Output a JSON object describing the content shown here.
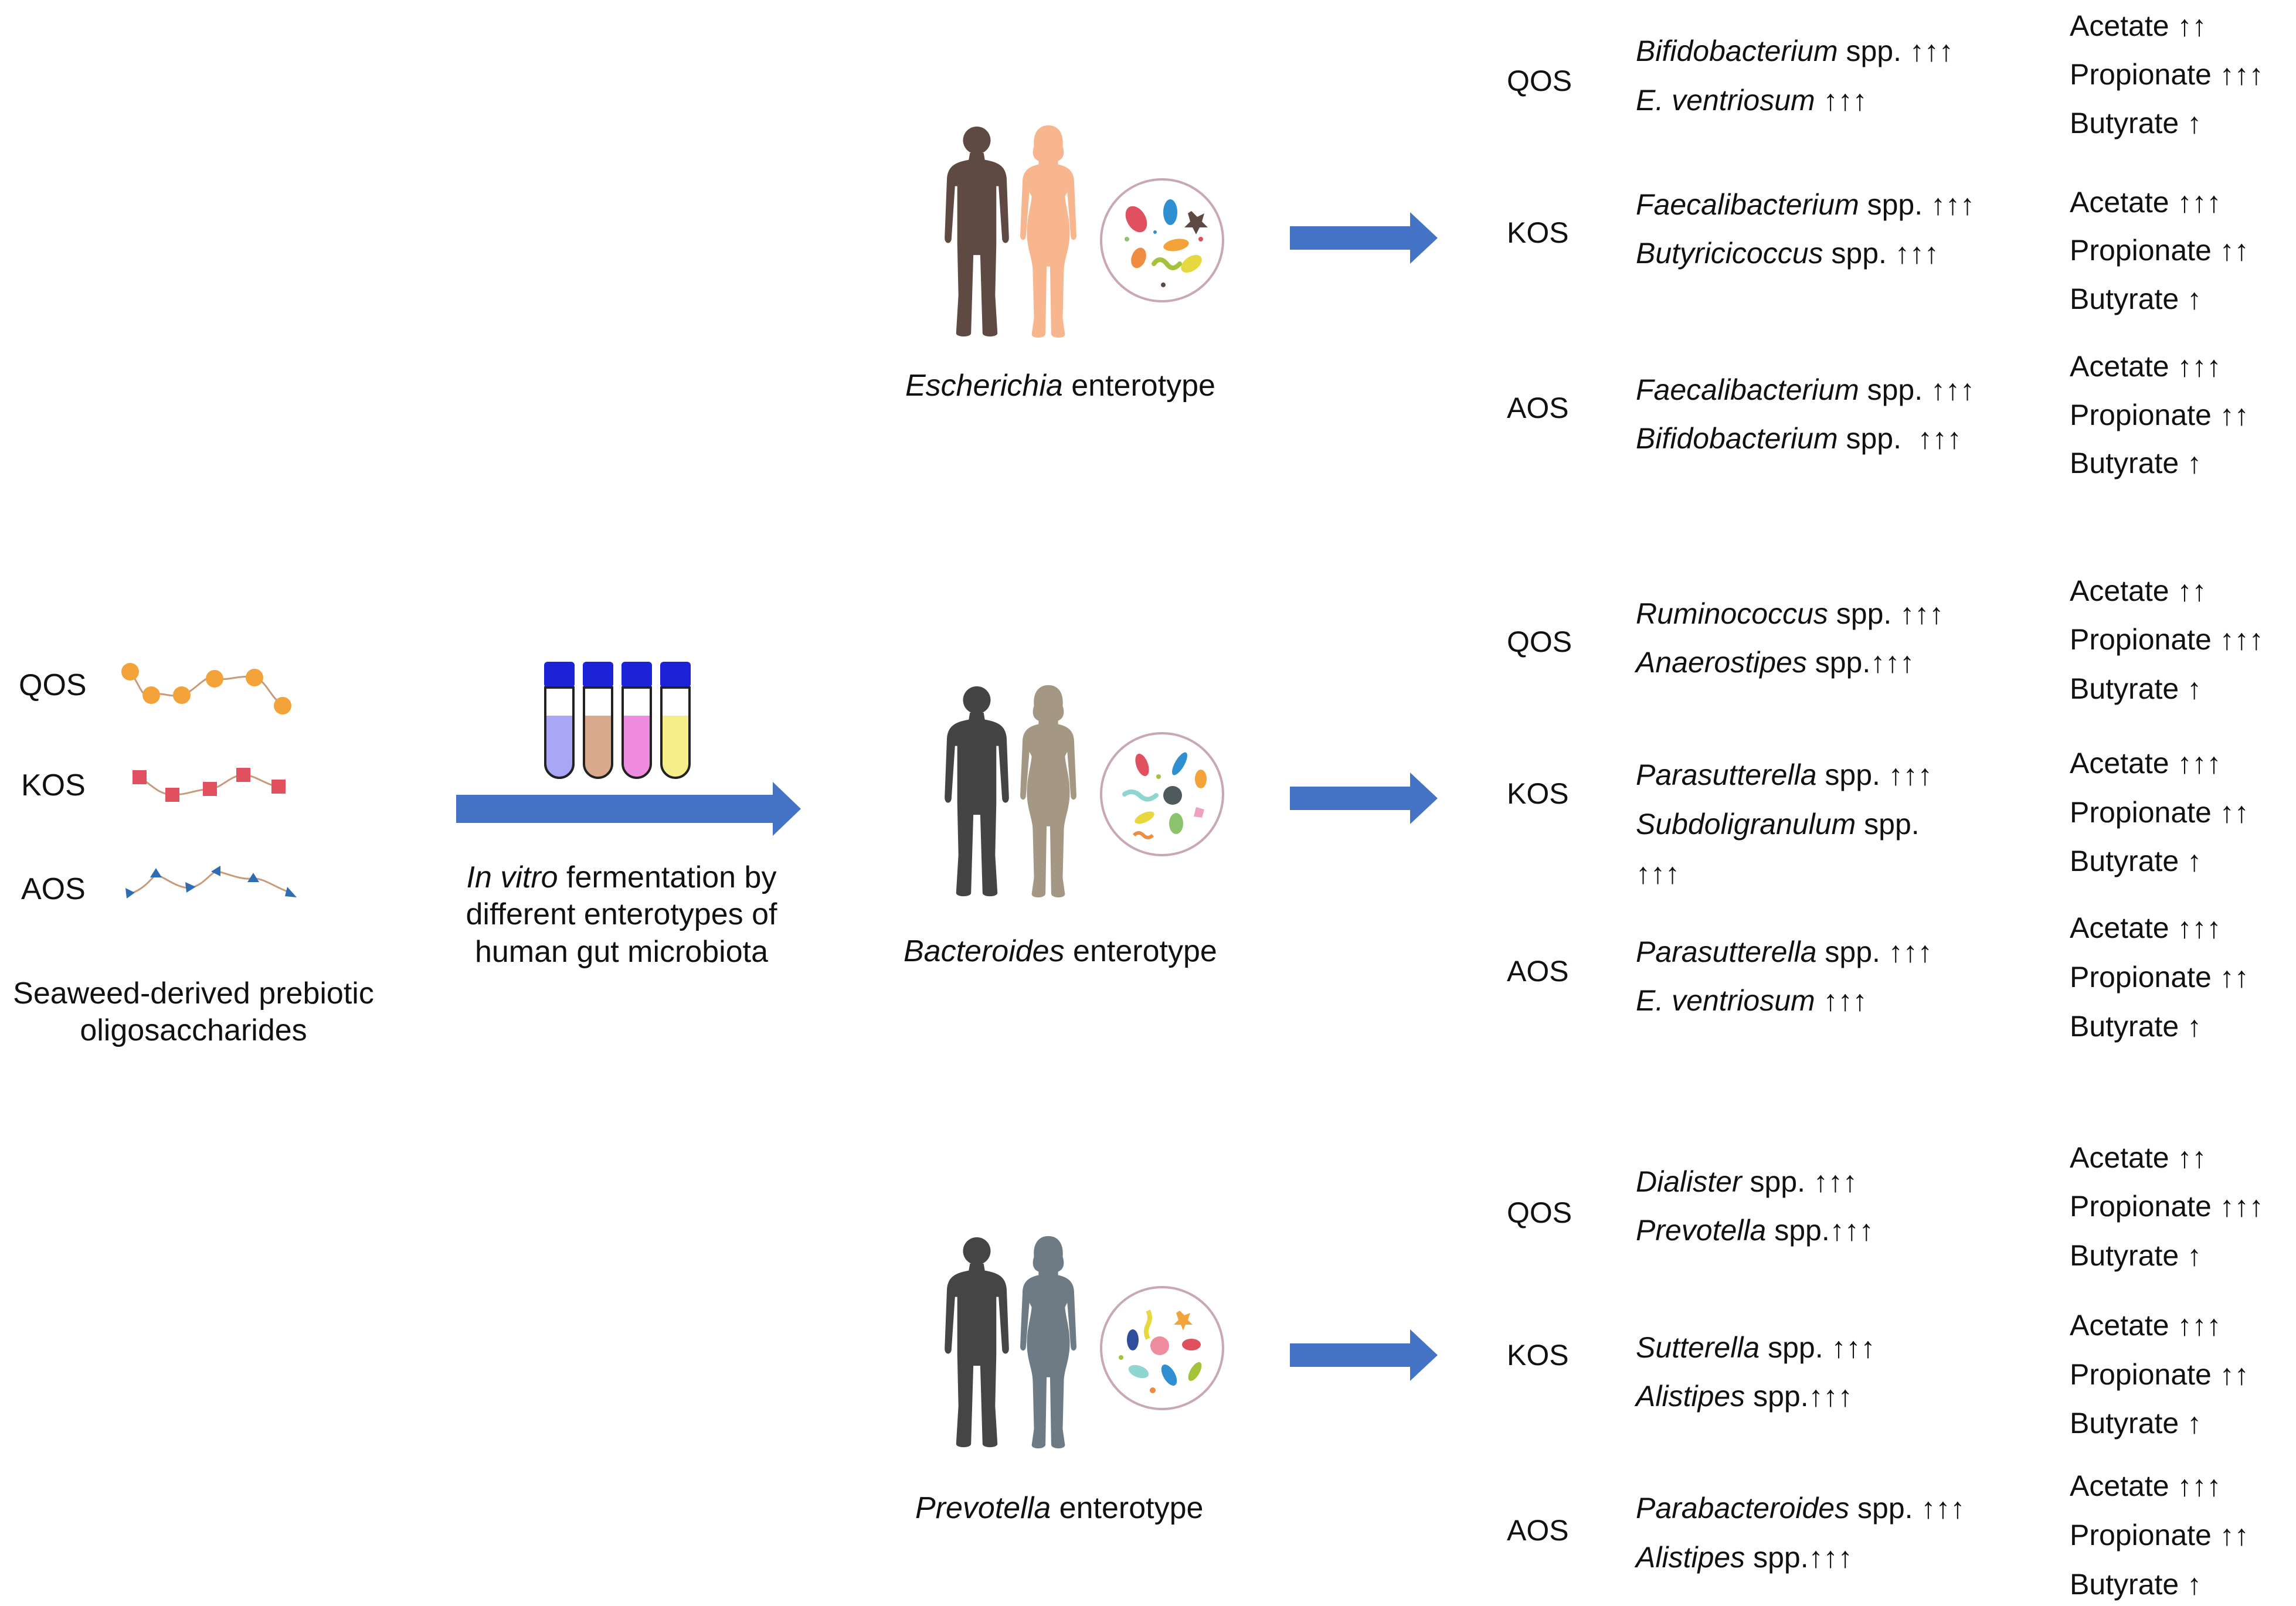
{
  "colors": {
    "arrow": "#4472C4",
    "qos_bead": "#F4A23A",
    "kos_bead": "#E0505E",
    "aos_bead": "#2E6DB4",
    "link": "#C89A7A",
    "tube_cap": "#1C22D6",
    "tube_fills": [
      "#A8A6F5",
      "#D9A98C",
      "#F08CE0",
      "#F5EE88"
    ],
    "escherichia_male": "#5E4A42",
    "escherichia_female": "#F8B68F",
    "bacteroides_male": "#444444",
    "bacteroides_female": "#A49884",
    "prevotella_male": "#454545",
    "prevotella_female": "#6E7A84"
  },
  "left": {
    "oligos": [
      {
        "label": "QOS",
        "shape": "circle"
      },
      {
        "label": "KOS",
        "shape": "square"
      },
      {
        "label": "AOS",
        "shape": "triangle"
      }
    ],
    "caption_line1": "Seaweed-derived prebiotic",
    "caption_line2": "oligosaccharides"
  },
  "middle": {
    "caption_italic": "In vitro",
    "caption_rest": " fermentation by",
    "caption_line2": "different enterotypes of",
    "caption_line3": "human gut microbiota"
  },
  "enterotypes": [
    {
      "name_italic": "Escherichia",
      "name_rest": " enterotype",
      "rows": [
        {
          "label": "QOS",
          "species": [
            {
              "italic": "Bifidobacterium",
              "rest": " spp. ↑↑↑"
            },
            {
              "italic": "E. ventriosum",
              "rest": " ↑↑↑"
            }
          ],
          "scfa": [
            "Acetate ↑↑",
            "Propionate ↑↑↑",
            "Butyrate ↑"
          ]
        },
        {
          "label": "KOS",
          "species": [
            {
              "italic": "Faecalibacterium",
              "rest": " spp. ↑↑↑"
            },
            {
              "italic": "Butyricicoccus",
              "rest": " spp. ↑↑↑"
            }
          ],
          "scfa": [
            "Acetate ↑↑↑",
            "Propionate ↑↑",
            "Butyrate ↑"
          ]
        },
        {
          "label": "AOS",
          "species": [
            {
              "italic": "Faecalibacterium",
              "rest": " spp. ↑↑↑"
            },
            {
              "italic": "Bifidobacterium",
              "rest": " spp.  ↑↑↑"
            }
          ],
          "scfa": [
            "Acetate ↑↑↑",
            "Propionate ↑↑",
            "Butyrate ↑"
          ]
        }
      ]
    },
    {
      "name_italic": "Bacteroides",
      "name_rest": " enterotype",
      "rows": [
        {
          "label": "QOS",
          "species": [
            {
              "italic": "Ruminococcus",
              "rest": " spp. ↑↑↑"
            },
            {
              "italic": "Anaerostipes",
              "rest": " spp.↑↑↑"
            }
          ],
          "scfa": [
            "Acetate ↑↑",
            "Propionate ↑↑↑",
            "Butyrate ↑"
          ]
        },
        {
          "label": "KOS",
          "species": [
            {
              "italic": "Parasutterella",
              "rest": " spp. ↑↑↑"
            },
            {
              "italic": "Subdoligranulum",
              "rest": " spp."
            },
            {
              "italic": "",
              "rest": "↑↑↑"
            }
          ],
          "scfa": [
            "Acetate ↑↑↑",
            "Propionate ↑↑",
            "Butyrate ↑"
          ]
        },
        {
          "label": "AOS",
          "species": [
            {
              "italic": "Parasutterella",
              "rest": " spp. ↑↑↑"
            },
            {
              "italic": "E. ventriosum",
              "rest": " ↑↑↑"
            }
          ],
          "scfa": [
            "Acetate ↑↑↑",
            "Propionate ↑↑",
            "Butyrate ↑"
          ]
        }
      ]
    },
    {
      "name_italic": "Prevotella",
      "name_rest": " enterotype",
      "rows": [
        {
          "label": "QOS",
          "species": [
            {
              "italic": "Dialister",
              "rest": " spp. ↑↑↑"
            },
            {
              "italic": "Prevotella",
              "rest": " spp.↑↑↑"
            }
          ],
          "scfa": [
            "Acetate ↑↑",
            "Propionate ↑↑↑",
            "Butyrate ↑"
          ]
        },
        {
          "label": "KOS",
          "species": [
            {
              "italic": "Sutterella",
              "rest": " spp. ↑↑↑"
            },
            {
              "italic": "Alistipes",
              "rest": " spp.↑↑↑"
            }
          ],
          "scfa": [
            "Acetate ↑↑↑",
            "Propionate ↑↑",
            "Butyrate ↑"
          ]
        },
        {
          "label": "AOS",
          "species": [
            {
              "italic": "Parabacteroides",
              "rest": " spp. ↑↑↑"
            },
            {
              "italic": "Alistipes",
              "rest": " spp.↑↑↑"
            }
          ],
          "scfa": [
            "Acetate ↑↑↑",
            "Propionate ↑↑",
            "Butyrate ↑"
          ]
        }
      ]
    }
  ]
}
